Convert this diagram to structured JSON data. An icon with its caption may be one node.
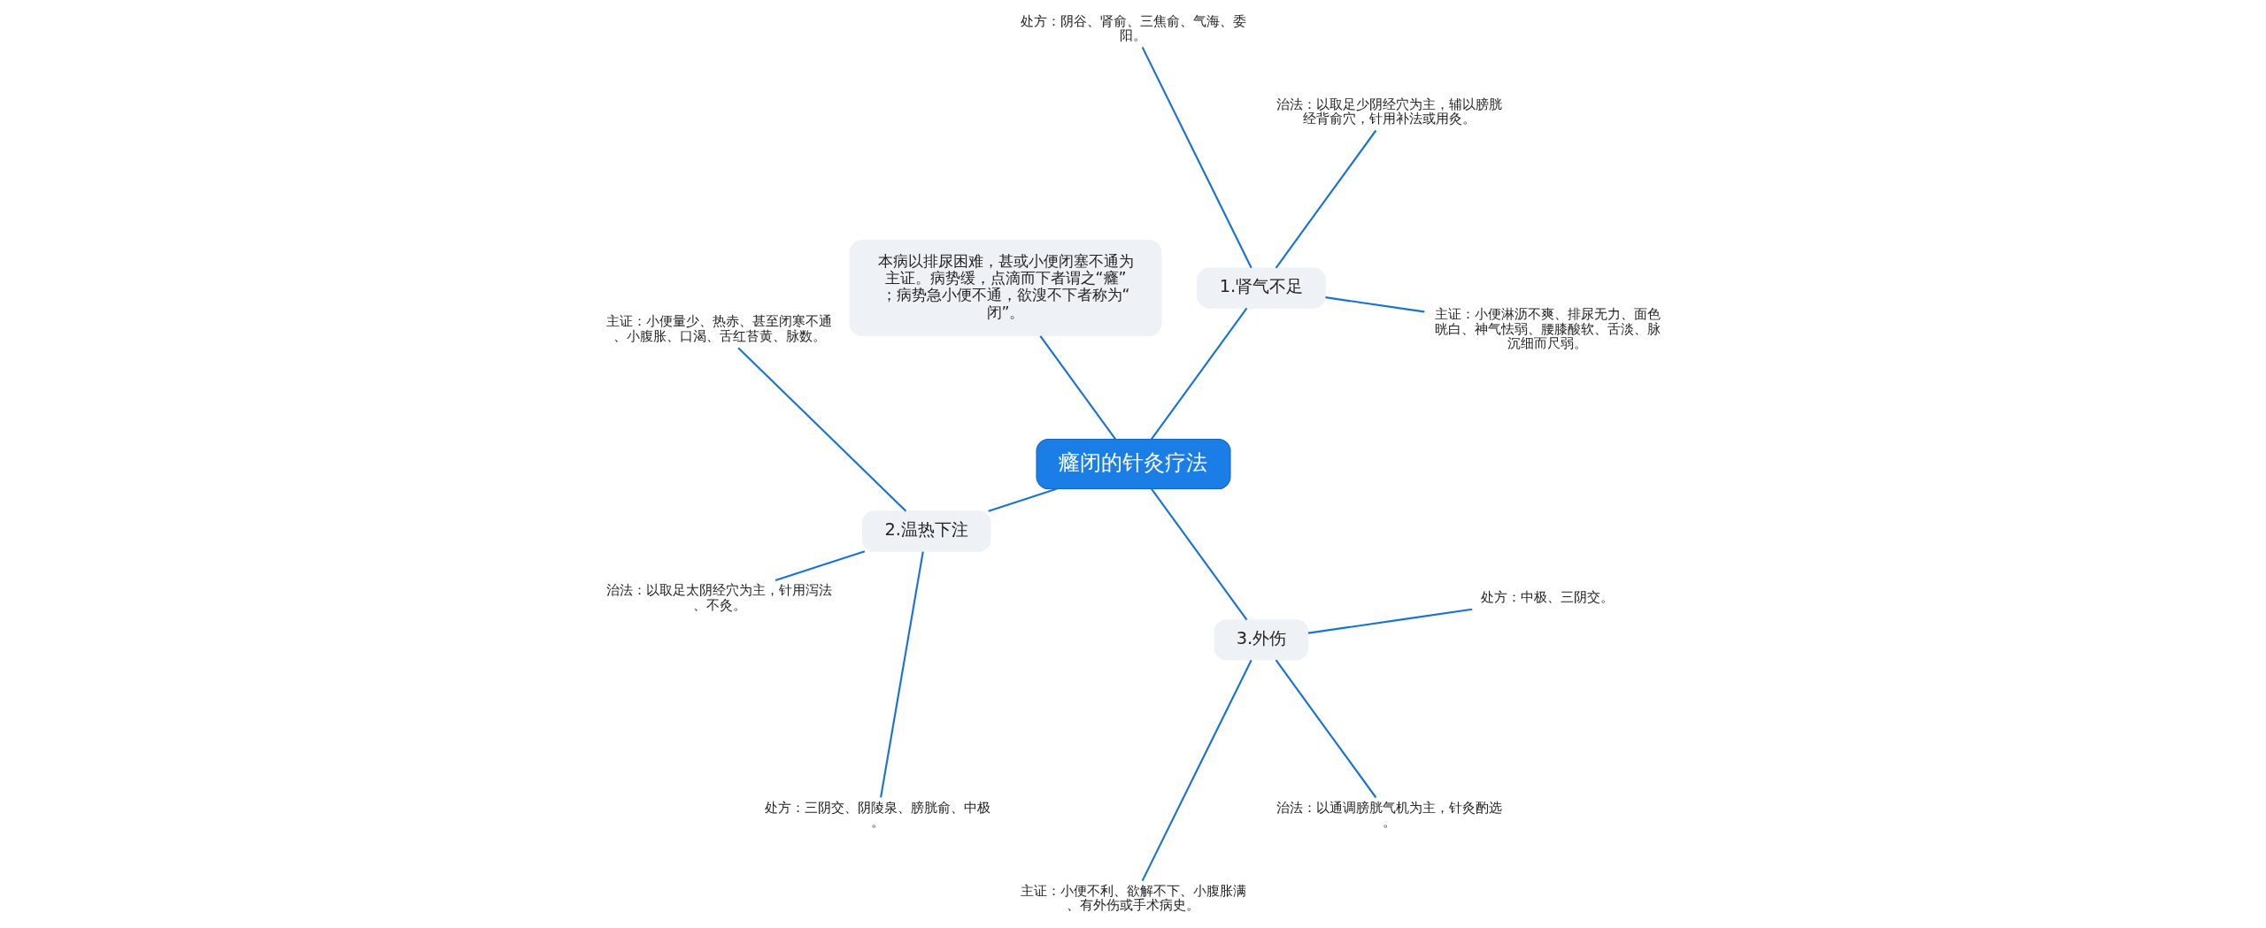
{
  "diagram": {
    "nodes": [
      {
        "text": [
          "癃闭的针灸疗法"
        ]
      },
      {
        "text": [
          "1.肾气不足"
        ]
      },
      {
        "text": [
          "主证：小便淋沥不爽、排尿无力、面色晄白、神气怯弱、腰膝酸软、舌淡、脉沉细而尺弱。"
        ]
      },
      {
        "text": [
          "治法：以取足少阴经穴为主，辅以膀胱经背俞穴，针用补法或用灸。"
        ]
      },
      {
        "text": [
          "处方：阴谷、肾俞、三焦俞、气海、委阳。"
        ]
      },
      {
        "text": [
          "本病以排尿困难，甚或小便闭塞不通为主证。病势缓，点滴而下者谓之“癃”；病势急小便不通，欲溲不下者称为“闭”。"
        ]
      },
      {
        "text": [
          "2.温热下注"
        ]
      },
      {
        "text": [
          "主证：小便量少、热赤、甚至闭寒不通、小腹胀、口渴、舌红苔黄、脉数。"
        ]
      },
      {
        "text": [
          "治法：以取足太阴经穴为主，针用泻法、不灸。"
        ]
      },
      {
        "text": [
          "处方：三阴交、阴陵泉、膀胱俞、中极。"
        ]
      },
      {
        "text": [
          "3.外伤"
        ]
      },
      {
        "text": [
          "主证：小便不利、欲解不下、小腹胀满、有外伤或手术病史。"
        ]
      },
      {
        "text": [
          "治法：以通调膀胱气机为主，针灸酌选。"
        ]
      },
      {
        "text": [
          "处方：中极、三阴交。"
        ]
      }
    ],
    "edges": [
      {
        "from": 0,
        "to": 1,
        "arrow": "none"
      },
      {
        "from": 1,
        "to": 2,
        "arrow": "none"
      },
      {
        "from": 1,
        "to": 3,
        "arrow": "none"
      },
      {
        "from": 1,
        "to": 4,
        "arrow": "none"
      },
      {
        "from": 0,
        "to": 5,
        "arrow": "none"
      },
      {
        "from": 0,
        "to": 6,
        "arrow": "none"
      },
      {
        "from": 6,
        "to": 7,
        "arrow": "none"
      },
      {
        "from": 6,
        "to": 8,
        "arrow": "none"
      },
      {
        "from": 6,
        "to": 9,
        "arrow": "none"
      },
      {
        "from": 0,
        "to": 10,
        "arrow": "none"
      },
      {
        "from": 10,
        "to": 11,
        "arrow": "none"
      },
      {
        "from": 10,
        "to": 12,
        "arrow": "none"
      },
      {
        "from": 10,
        "to": 13,
        "arrow": "none"
      }
    ]
  }
}
